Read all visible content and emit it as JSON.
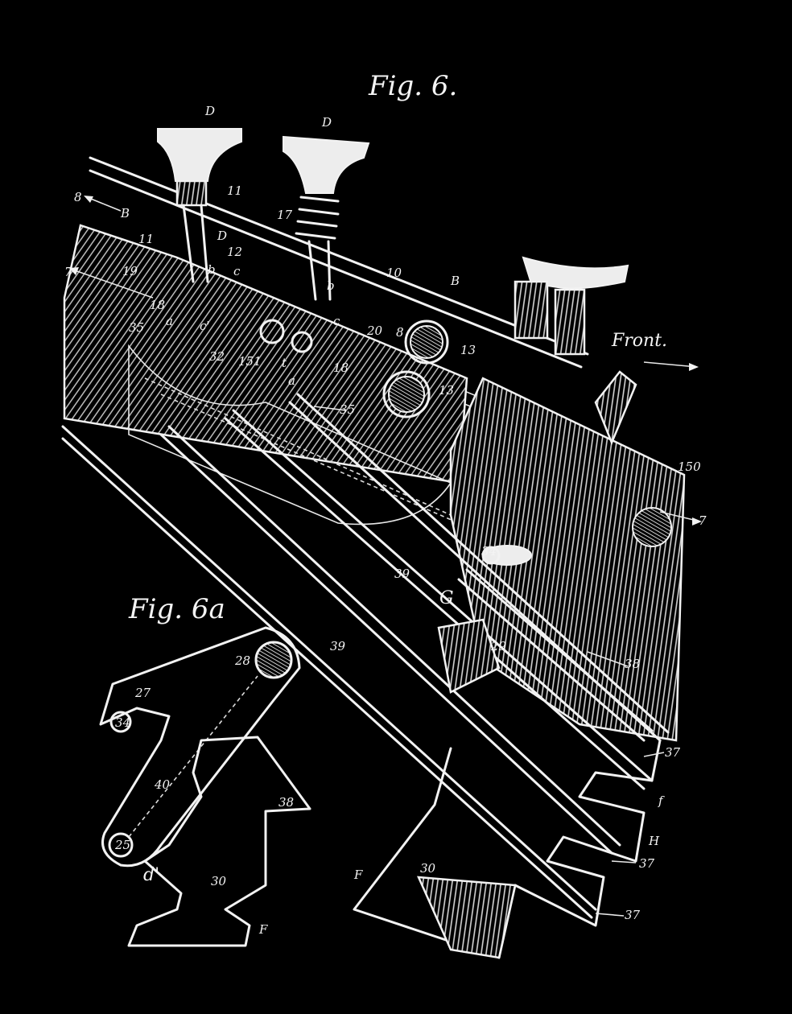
{
  "figures": {
    "fig6_title": "Fig. 6.",
    "fig6a_title": "Fig. 6a",
    "front_label": "Front."
  },
  "labels": {
    "D1": "D",
    "D2": "D",
    "num8": "8",
    "B1": "B",
    "num11a": "11",
    "num11b": "11",
    "num19": "19",
    "num7a": "7",
    "num18a": "18",
    "num35a": "35",
    "a1": "a",
    "c1": "c'",
    "b1": "b",
    "c2": "c",
    "num12": "12",
    "num17": "17",
    "D3": "D",
    "num10": "10",
    "B2": "B",
    "b2": "b",
    "c3": "c",
    "num20": "20",
    "num8b": "8",
    "num13a": "13",
    "num13b": "13",
    "num32": "32",
    "num151": "151",
    "t1": "t",
    "a2": "a",
    "num18b": "18",
    "num35b": "35",
    "num150": "150",
    "num7b": "7",
    "num34a": "34",
    "num39a": "39",
    "G": "G",
    "num29": "29",
    "num38a": "38",
    "num37a": "37",
    "f": "f",
    "H": "H",
    "num37b": "37",
    "num37c": "37",
    "num39b": "39",
    "num30a": "30",
    "F1": "F",
    "num28": "28",
    "num27": "27",
    "num34b": "34",
    "num40": "40",
    "num38b": "38",
    "num25": "25",
    "d": "d'",
    "num30b": "30",
    "F2": "F"
  }
}
